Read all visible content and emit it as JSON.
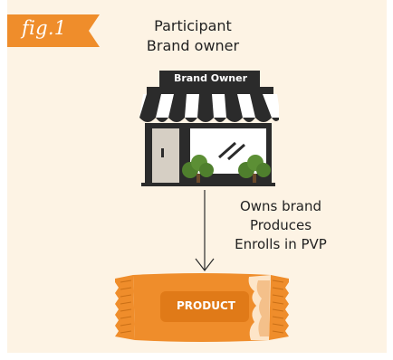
{
  "figure": {
    "tag": "fig.1"
  },
  "participant": {
    "line1": "Participant",
    "line2": "Brand owner"
  },
  "store": {
    "sign_text": "Brand Owner"
  },
  "actions": [
    "Owns brand",
    "Produces",
    "Enrolls in PVP"
  ],
  "product": {
    "label": "PRODUCT"
  },
  "colors": {
    "background": "#fdf3e4",
    "accent_orange": "#ef8d2b",
    "dark": "#2b2b2b",
    "bush_green": "#4f7f2d"
  },
  "icons": [
    "store-icon",
    "down-arrow-icon",
    "product-wrapper-icon",
    "bush-icon"
  ]
}
